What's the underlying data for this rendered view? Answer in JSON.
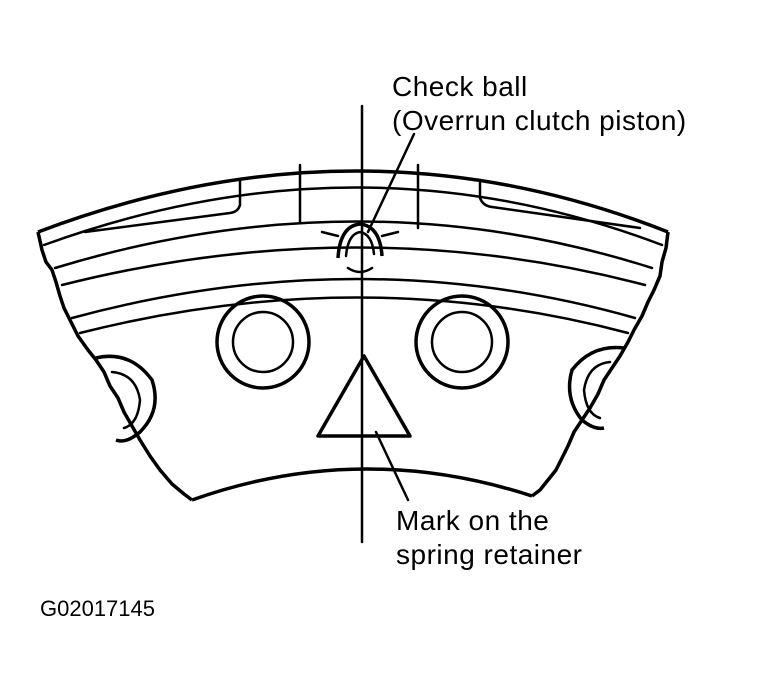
{
  "labels": {
    "check_ball_line1": "Check ball",
    "check_ball_line2": "(Overrun clutch piston)",
    "mark_line1": "Mark on the",
    "mark_line2": "spring retainer"
  },
  "figure_code": "G02017145"
}
